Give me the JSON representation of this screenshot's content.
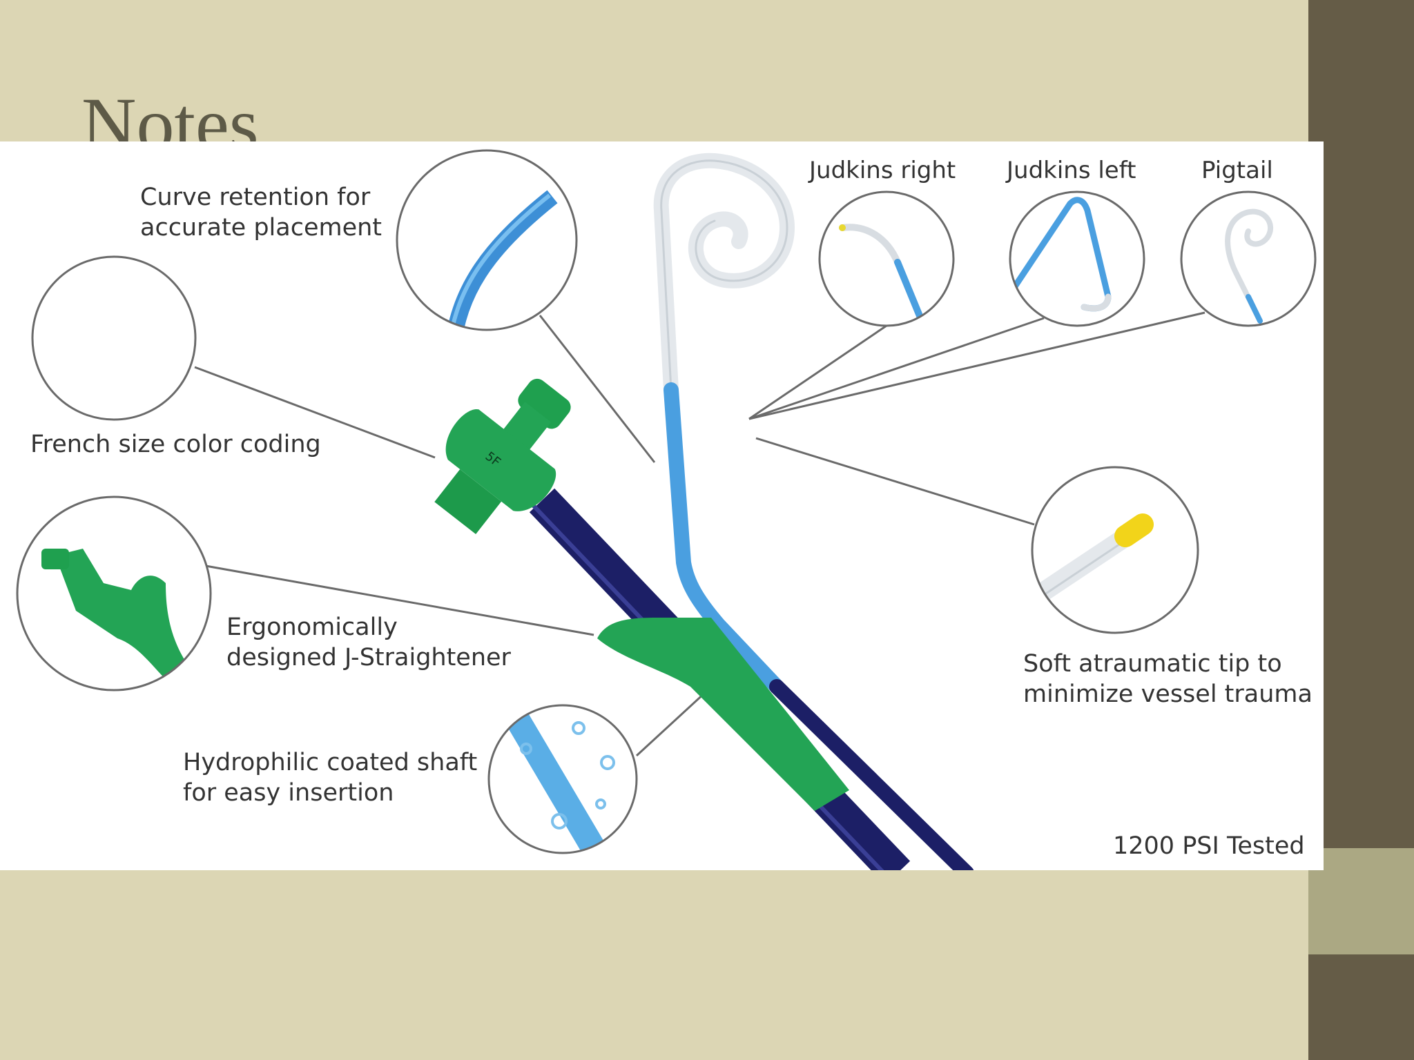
{
  "slide": {
    "title": "Notes",
    "background_color": "#dcd6b4",
    "sidebar_dark_color": "#655c47",
    "sidebar_mid_color": "#aba883"
  },
  "diagram": {
    "labels": {
      "curve_retention": "Curve retention for\naccurate placement",
      "french_size": "French size color coding",
      "j_straightener": "Ergonomically\ndesigned J-Straightener",
      "hydrophilic": "Hydrophilic coated shaft\nfor easy insertion",
      "judkins_right": "Judkins right",
      "judkins_left": "Judkins left",
      "pigtail": "Pigtail",
      "soft_tip": "Soft atraumatic tip to\nminimize vessel trauma",
      "psi_tested": "1200 PSI Tested"
    },
    "colors": {
      "hub_green": "#23a455",
      "shaft_navy": "#1c1f66",
      "catheter_blue": "#4a9fe0",
      "catheter_white": "#e8ecef",
      "tip_yellow": "#f2d41a",
      "leader_line": "#6a6a6a"
    }
  }
}
